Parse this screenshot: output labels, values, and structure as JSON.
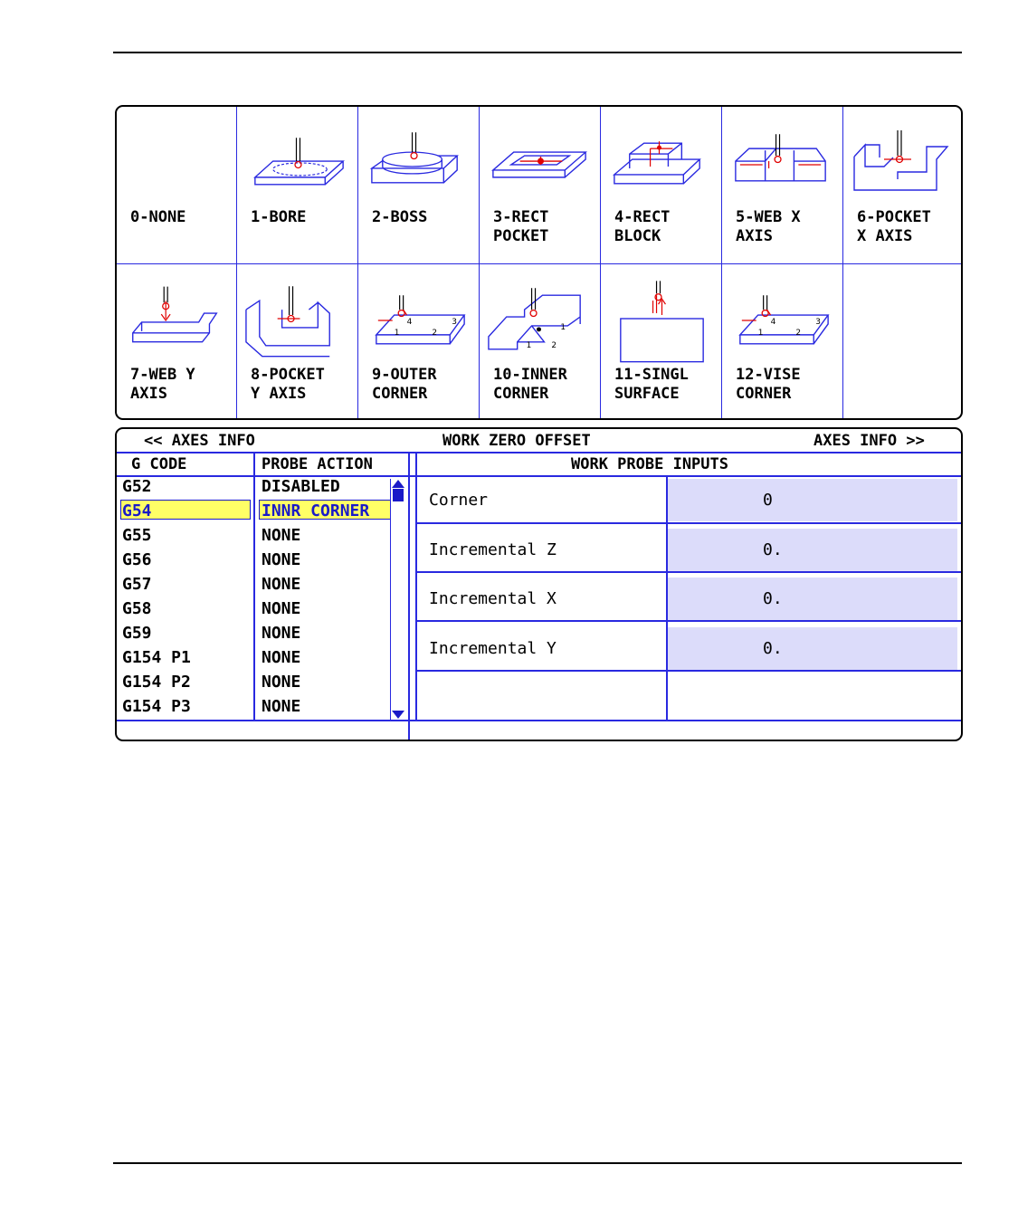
{
  "probe_types": [
    {
      "label": "0-NONE",
      "icon": "none"
    },
    {
      "label": "1-BORE",
      "icon": "bore"
    },
    {
      "label": "2-BOSS",
      "icon": "boss"
    },
    {
      "label": "3-RECT\nPOCKET",
      "icon": "rect-pocket"
    },
    {
      "label": "4-RECT\nBLOCK",
      "icon": "rect-block"
    },
    {
      "label": "5-WEB X\nAXIS",
      "icon": "web-x"
    },
    {
      "label": "6-POCKET\nX AXIS",
      "icon": "pocket-x"
    },
    {
      "label": "7-WEB Y\nAXIS",
      "icon": "web-y"
    },
    {
      "label": "8-POCKET\nY AXIS",
      "icon": "pocket-y"
    },
    {
      "label": "9-OUTER\nCORNER",
      "icon": "outer-corner"
    },
    {
      "label": "10-INNER\nCORNER",
      "icon": "inner-corner"
    },
    {
      "label": "11-SINGL\nSURFACE",
      "icon": "single-surface"
    },
    {
      "label": "12-VISE\nCORNER",
      "icon": "vise-corner"
    }
  ],
  "wzo": {
    "left_nav": "<< AXES INFO",
    "title": "WORK ZERO OFFSET",
    "right_nav": "AXES INFO >>",
    "col_gcode": "G CODE",
    "col_action": "PROBE ACTION",
    "inputs_title": "WORK PROBE INPUTS",
    "rows": [
      {
        "gcode": "G52",
        "action": "DISABLED"
      },
      {
        "gcode": "G54",
        "action": "INNR CORNER",
        "selected": true
      },
      {
        "gcode": "G55",
        "action": "NONE"
      },
      {
        "gcode": "G56",
        "action": "NONE"
      },
      {
        "gcode": "G57",
        "action": "NONE"
      },
      {
        "gcode": "G58",
        "action": "NONE"
      },
      {
        "gcode": "G59",
        "action": "NONE"
      },
      {
        "gcode": "G154 P1",
        "action": "NONE"
      },
      {
        "gcode": "G154 P2",
        "action": "NONE"
      },
      {
        "gcode": "G154 P3",
        "action": "NONE"
      }
    ],
    "inputs": [
      {
        "name": "Corner",
        "value": "0"
      },
      {
        "name": "Incremental Z",
        "value": "0."
      },
      {
        "name": "Incremental X",
        "value": "0."
      },
      {
        "name": "Incremental Y",
        "value": "0."
      }
    ]
  },
  "colors": {
    "grid": "#2929e0",
    "highlight": "#ffff66",
    "input_bg": "#dcdcfa",
    "probe_red": "#e00000"
  }
}
